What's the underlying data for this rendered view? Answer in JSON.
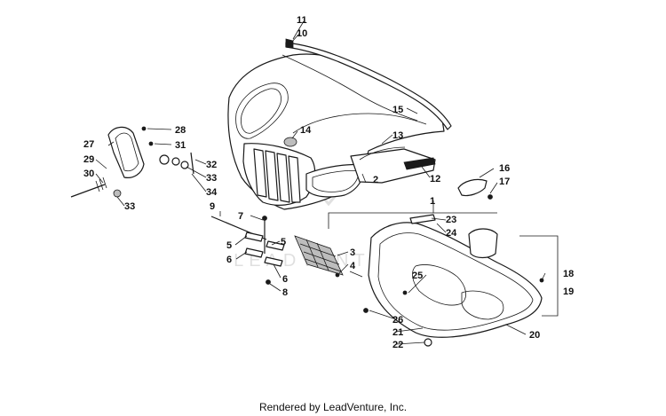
{
  "diagram": {
    "callouts": [
      "1",
      "2",
      "3",
      "4",
      "5",
      "6",
      "7",
      "8",
      "9",
      "10",
      "11",
      "12",
      "13",
      "14",
      "15",
      "16",
      "17",
      "18",
      "19",
      "20",
      "21",
      "22",
      "23",
      "24",
      "25",
      "26",
      "27",
      "28",
      "29",
      "30",
      "31",
      "32",
      "33",
      "34"
    ],
    "watermark": "LEADVENTURE"
  },
  "footer": {
    "text": "Rendered by LeadVenture, Inc."
  }
}
